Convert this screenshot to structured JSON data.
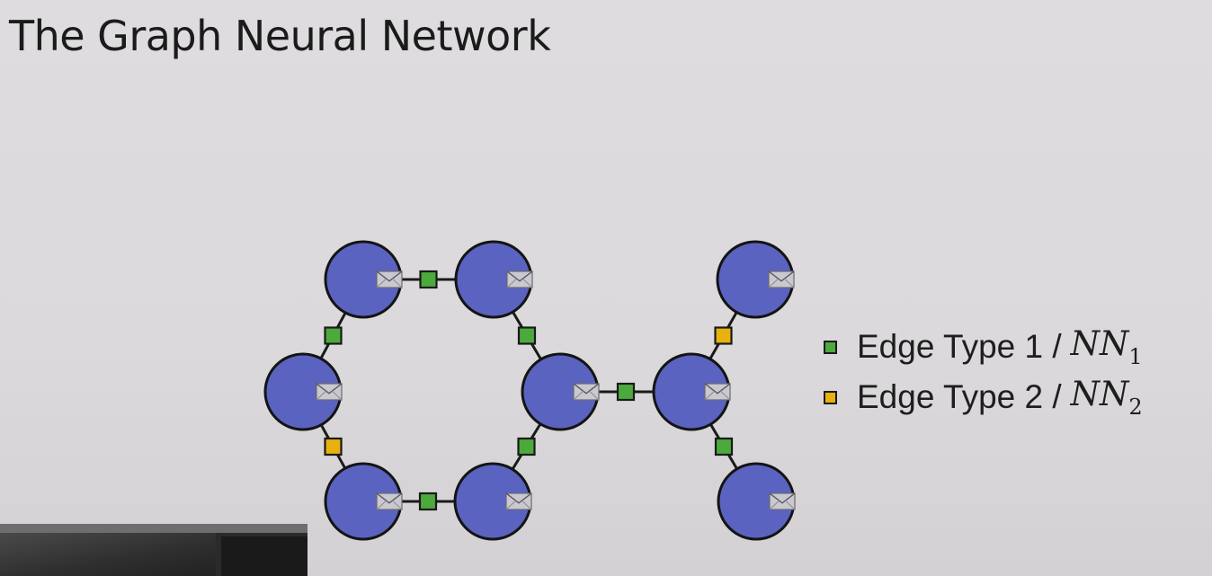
{
  "slide": {
    "title": "The Graph Neural Network"
  },
  "legend": [
    {
      "label": "Edge Type 1 /",
      "nn": "NN",
      "sub": "1",
      "color": "#4caa3c"
    },
    {
      "label": "Edge Type 2 /",
      "nn": "NN",
      "sub": "2",
      "color": "#e8b20e"
    }
  ],
  "colors": {
    "node_fill": "#5b63c0",
    "edge_type_1": "#4caa3c",
    "edge_type_2": "#e8b20e",
    "envelope": "#c9c9cf"
  },
  "graph": {
    "nodes": [
      "n1",
      "n2",
      "n3",
      "n4",
      "n5",
      "n6",
      "n7",
      "n8",
      "n9"
    ],
    "edges": [
      {
        "from": "n1",
        "to": "n2",
        "type": 1
      },
      {
        "from": "n1",
        "to": "n3",
        "type": 1
      },
      {
        "from": "n2",
        "to": "n4",
        "type": 1
      },
      {
        "from": "n3",
        "to": "n5",
        "type": 2
      },
      {
        "from": "n4",
        "to": "n6",
        "type": 1
      },
      {
        "from": "n5",
        "to": "n6",
        "type": 1
      },
      {
        "from": "n4",
        "to": "n7",
        "type": 1
      },
      {
        "from": "n7",
        "to": "n8",
        "type": 2
      },
      {
        "from": "n7",
        "to": "n9",
        "type": 1
      }
    ]
  }
}
